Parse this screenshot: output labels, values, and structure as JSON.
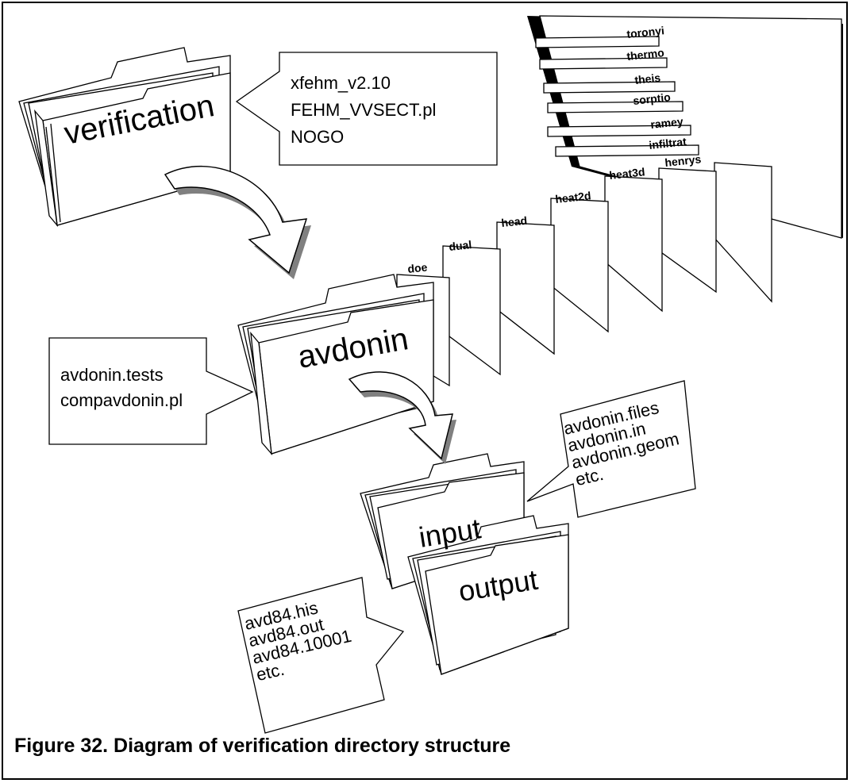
{
  "folders": {
    "verification": "verification",
    "avdonin": "avdonin",
    "input": "input",
    "output": "output"
  },
  "tabs": {
    "front": [
      "doe",
      "dual",
      "head",
      "heat2d",
      "heat3d",
      "henrys"
    ],
    "back": [
      "infiltrat",
      "ramey",
      "sorptio",
      "theis",
      "thermo",
      "toronyi"
    ]
  },
  "notes": {
    "verification": [
      "xfehm_v2.10",
      "FEHM_VVSECT.pl",
      "NOGO"
    ],
    "avdonin": [
      "avdonin.tests",
      "compavdonin.pl"
    ],
    "input": [
      "avdonin.files",
      "avdonin.in",
      "avdonin.geom",
      "etc."
    ],
    "output": [
      "avd84.his",
      "avd84.out",
      "avd84.10001",
      "etc."
    ]
  },
  "caption": "Figure 32.  Diagram of verification directory structure",
  "colors": {
    "line": "#000000",
    "fill": "#ffffff",
    "shadow": "#808080"
  }
}
